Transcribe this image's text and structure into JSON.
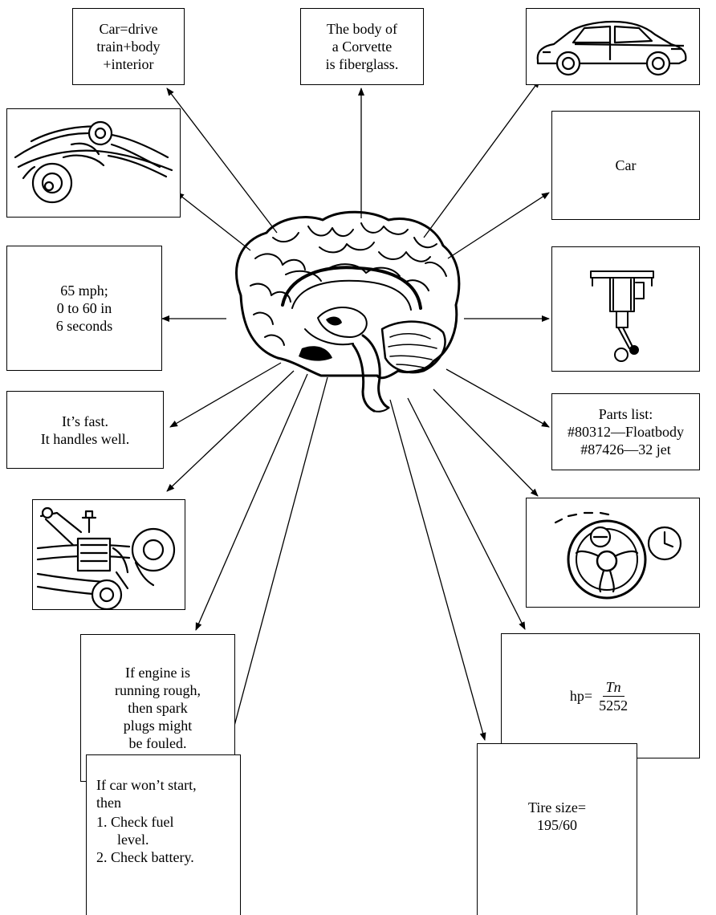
{
  "boxes": {
    "car_equation": [
      "Car=drive",
      "train+body",
      "+interior"
    ],
    "corvette": [
      "The body of",
      "a Corvette",
      "is fiberglass."
    ],
    "car": "Car",
    "speed": [
      "65 mph;",
      "0 to 60 in",
      "6 seconds"
    ],
    "fast": [
      "It’s fast.",
      "It handles well."
    ],
    "parts_list": [
      "Parts list:",
      "#80312—Floatbody",
      "#87426—32 jet"
    ],
    "engine_rule": [
      "If engine is",
      "running rough,",
      "then spark",
      "plugs might",
      "be fouled."
    ],
    "hp_formula": {
      "prefix": "hp=",
      "numerator": "Tn",
      "denominator": "5252"
    },
    "start_rule": [
      "If car won’t start,",
      "then",
      "1. Check fuel",
      "level.",
      "2. Check battery."
    ],
    "tire": [
      "Tire size=",
      "195/60"
    ]
  },
  "icons": {
    "brain": "brain-illustration",
    "car": "car-side-illustration",
    "chassis": "chassis-illustration",
    "carburetor": "carburetor-illustration",
    "engine": "engine-illustration",
    "dashboard": "steering-wheel-illustration"
  }
}
